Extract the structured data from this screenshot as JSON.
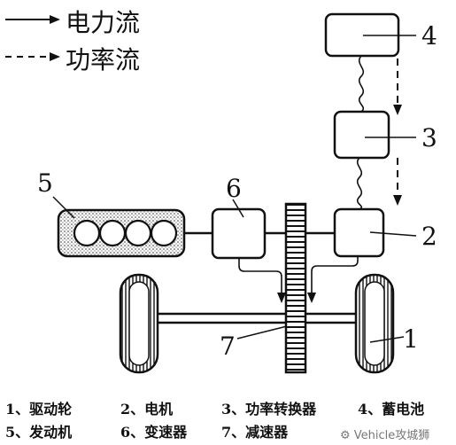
{
  "legend": {
    "electric_flow": "电力流",
    "power_flow": "功率流"
  },
  "labels": {
    "n1": "1",
    "n2": "2",
    "n3": "3",
    "n4": "4",
    "n5": "5",
    "n6": "6",
    "n7": "7"
  },
  "captions": {
    "c1": "1、驱动轮",
    "c2": "2、电机",
    "c3": "3、功率转换器",
    "c4": "4、蓄电池",
    "c5": "5、发动机",
    "c6": "6、变速器",
    "c7": "7、减速器"
  },
  "watermark": "Vehicle攻城狮"
}
